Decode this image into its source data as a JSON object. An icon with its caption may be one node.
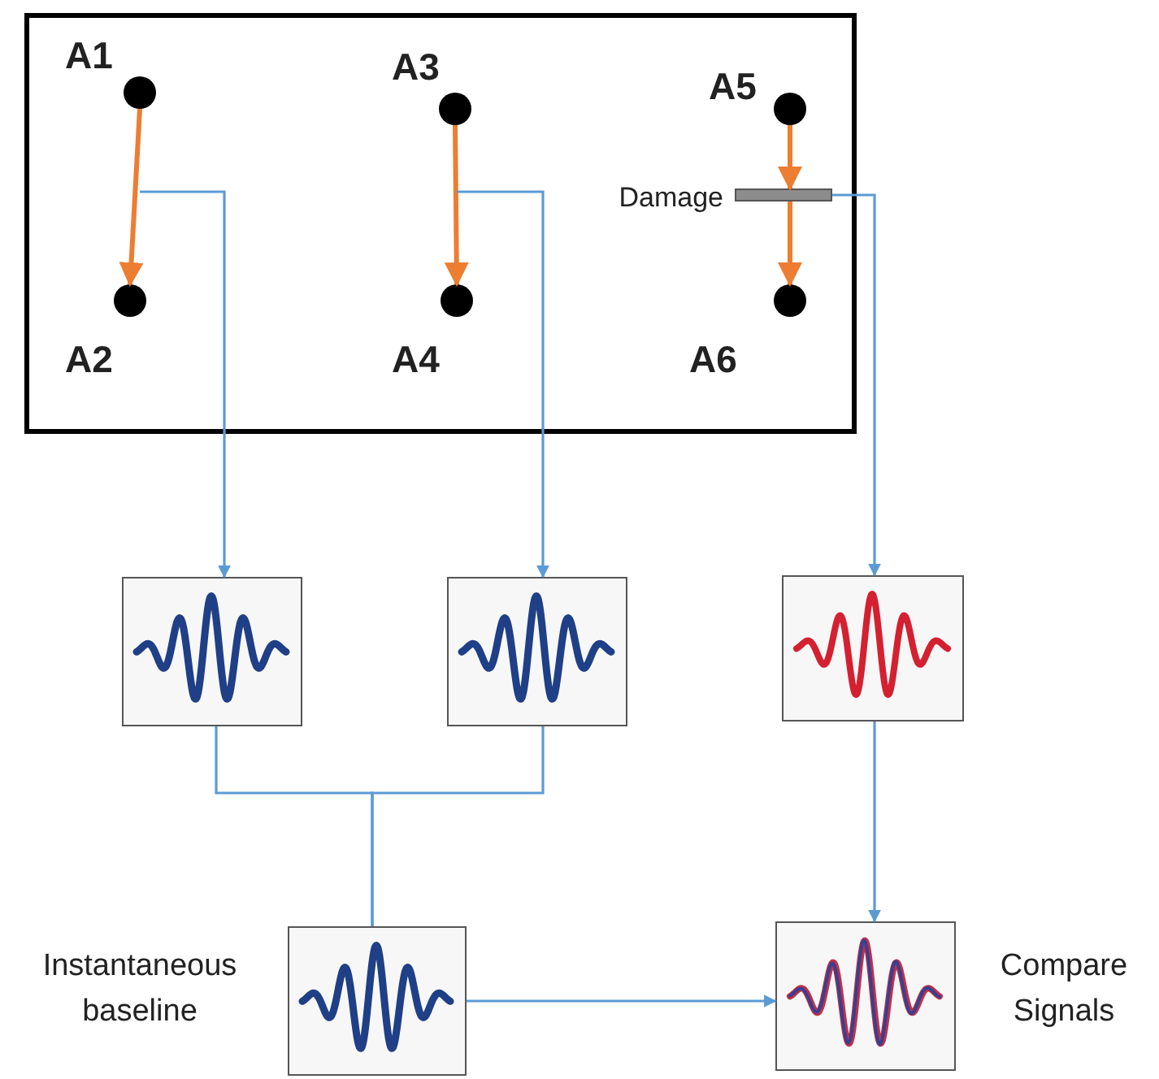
{
  "diagram": {
    "nodes": [
      {
        "text": [],
        "shape": "box"
      },
      {
        "text": [],
        "shape": "circle",
        "in": 0,
        "beside": [
          "A1"
        ]
      },
      {
        "text": [],
        "shape": "circle",
        "in": 0,
        "beside": [
          "A2"
        ]
      },
      {
        "text": [],
        "shape": "circle",
        "in": 0,
        "beside": [
          "A3"
        ]
      },
      {
        "text": [],
        "shape": "circle",
        "in": 0,
        "beside": [
          "A4"
        ]
      },
      {
        "text": [],
        "shape": "circle",
        "in": 0,
        "beside": [
          "A5"
        ]
      },
      {
        "text": [],
        "shape": "circle",
        "in": 0,
        "beside": [
          "A6"
        ]
      },
      {
        "text": [],
        "shape": "bar",
        "in": 0,
        "beside": [
          "Damage"
        ]
      },
      {
        "text": [],
        "shape": "picture"
      },
      {
        "text": [],
        "shape": "picture"
      },
      {
        "text": [],
        "shape": "picture"
      },
      {
        "text": [],
        "shape": "picture",
        "beside": [
          "Instantaneous baseline"
        ]
      },
      {
        "text": [],
        "shape": "picture",
        "beside": [
          "Compare Signals"
        ]
      }
    ],
    "edges": [
      {
        "from": 1,
        "to": 2,
        "arrow": "to",
        "color": "#ed7d31"
      },
      {
        "from": 3,
        "to": 4,
        "arrow": "to",
        "color": "#ed7d31"
      },
      {
        "from": 5,
        "to": 7,
        "arrow": "to",
        "color": "#ed7d31"
      },
      {
        "from": 7,
        "to": 6,
        "arrow": "to",
        "color": "#ed7d31"
      },
      {
        "from": null,
        "to": 8,
        "arrow": "to"
      },
      {
        "from": null,
        "to": 9,
        "arrow": "to"
      },
      {
        "from": 7,
        "to": 10,
        "arrow": "to"
      },
      {
        "from": 8,
        "to": 11,
        "arrow": "none"
      },
      {
        "from": 9,
        "to": 11,
        "arrow": "none"
      },
      {
        "from": 10,
        "to": 12,
        "arrow": "to"
      },
      {
        "from": 11,
        "to": 12,
        "arrow": "to"
      }
    ]
  }
}
